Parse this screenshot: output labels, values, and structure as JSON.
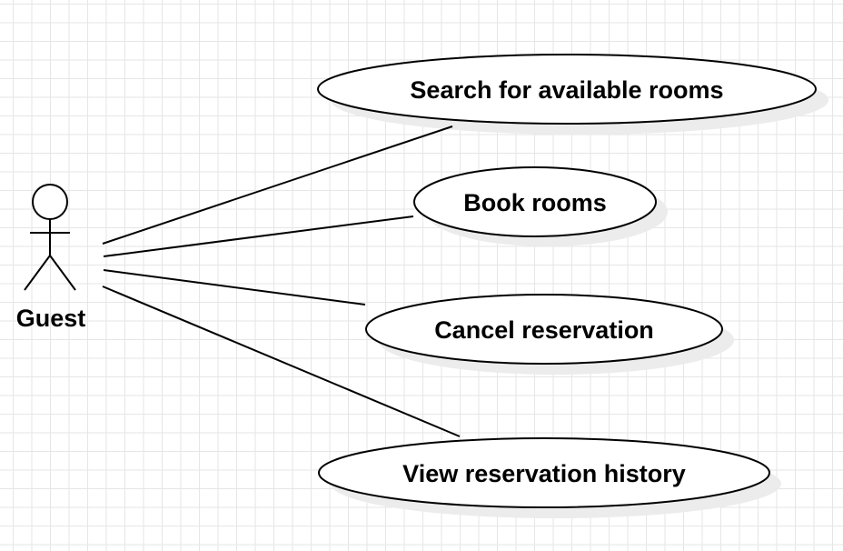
{
  "actor": {
    "label": "Guest"
  },
  "use_cases": [
    {
      "label": "Search for available rooms"
    },
    {
      "label": "Book rooms"
    },
    {
      "label": "Cancel reservation"
    },
    {
      "label": "View reservation history"
    }
  ],
  "colors": {
    "stroke": "#000000",
    "fill": "#ffffff",
    "shadow": "#ececec",
    "grid": "#e6e6e6"
  }
}
